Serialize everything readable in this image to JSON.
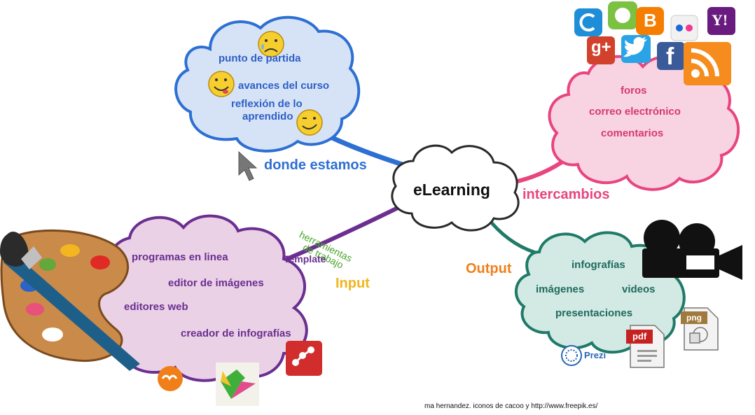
{
  "center": {
    "label": "eLearning"
  },
  "branches": {
    "donde": {
      "label": "donde estamos",
      "color": "#2d6fd3",
      "items": [
        "punto de partida",
        "avances del curso",
        "reflexión de lo",
        "aprendido"
      ]
    },
    "intercambios": {
      "label": "intercambios",
      "color": "#e8457f",
      "items": [
        "foros",
        "correo electrónico",
        "comentarios"
      ]
    },
    "input": {
      "label": "Input",
      "color": "#6a2f90",
      "label_color": "#f2b51d",
      "sublabel_lines": [
        "herramientas",
        "de trabajo"
      ],
      "sublabel_color": "#4aa62a",
      "template_label": "Template",
      "items": [
        "programas en linea",
        "editor de imágenes",
        "editores web",
        "creador de infografías"
      ]
    },
    "output": {
      "label": "Output",
      "color": "#1f7a68",
      "label_color": "#f07f1a",
      "items": [
        "infografías",
        "imágenes",
        "videos",
        "presentaciones"
      ]
    }
  },
  "icons": {
    "top_right": [
      "cacoo-icon",
      "evernote-icon",
      "blogger-icon",
      "flickr-icon",
      "yahoo-icon",
      "google-plus-icon",
      "twitter-icon",
      "facebook-icon",
      "rss-icon"
    ],
    "blogger_letter": "B",
    "yahoo_letter": "Y!",
    "gplus_text": "g+",
    "facebook_letter": "f",
    "pdf_label": "pdf",
    "png_label": "png",
    "prezi_label": "Prezi"
  },
  "credit": "ma hernandez. iconos de cacoo y http://www.freepik.es/"
}
